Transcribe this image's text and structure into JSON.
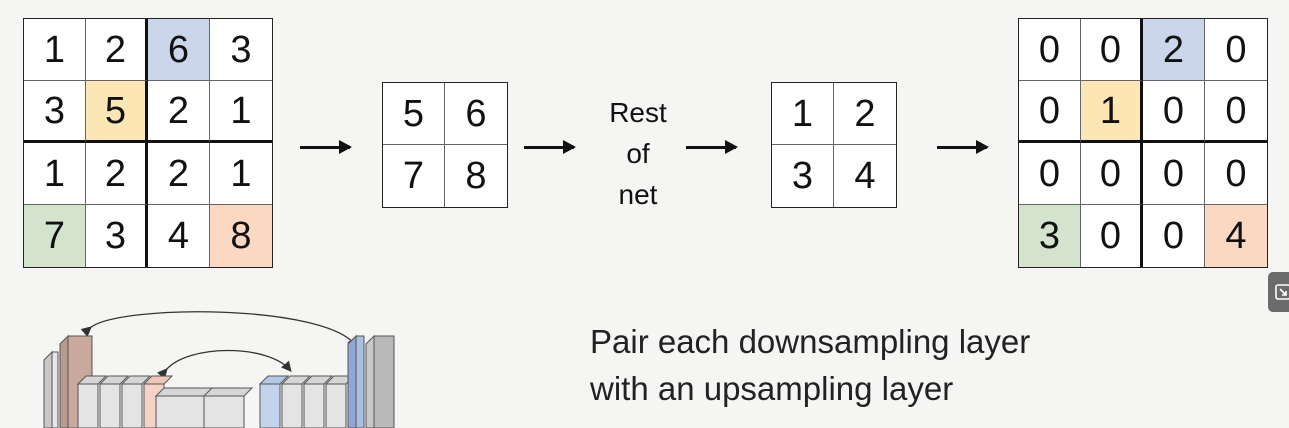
{
  "input_grid": {
    "cells": [
      "1",
      "2",
      "6",
      "3",
      "3",
      "5",
      "2",
      "1",
      "1",
      "2",
      "2",
      "1",
      "7",
      "3",
      "4",
      "8"
    ],
    "highlights": {
      "2": "#ccd6ea",
      "5": "#fbe6b4",
      "12": "#d4e3ce",
      "15": "#fad8c2"
    }
  },
  "pooled_grid": {
    "cells": [
      "5",
      "6",
      "7",
      "8"
    ]
  },
  "rest_of_net": {
    "lines": [
      "Rest",
      "of",
      "net"
    ]
  },
  "upsampled_input_grid": {
    "cells": [
      "1",
      "2",
      "3",
      "4"
    ]
  },
  "output_grid": {
    "cells": [
      "0",
      "0",
      "2",
      "0",
      "0",
      "1",
      "0",
      "0",
      "0",
      "0",
      "0",
      "0",
      "3",
      "0",
      "0",
      "4"
    ],
    "highlights": {
      "2": "#ccd6ea",
      "5": "#fbe6b4",
      "12": "#d4e3ce",
      "15": "#fad8c2"
    }
  },
  "caption": {
    "line1": "Pair each downsampling layer",
    "line2": "with an upsampling layer"
  },
  "colors": {
    "blue": "#ccd6ea",
    "yellow": "#fbe6b4",
    "green": "#d4e3ce",
    "orange": "#fad8c2"
  }
}
